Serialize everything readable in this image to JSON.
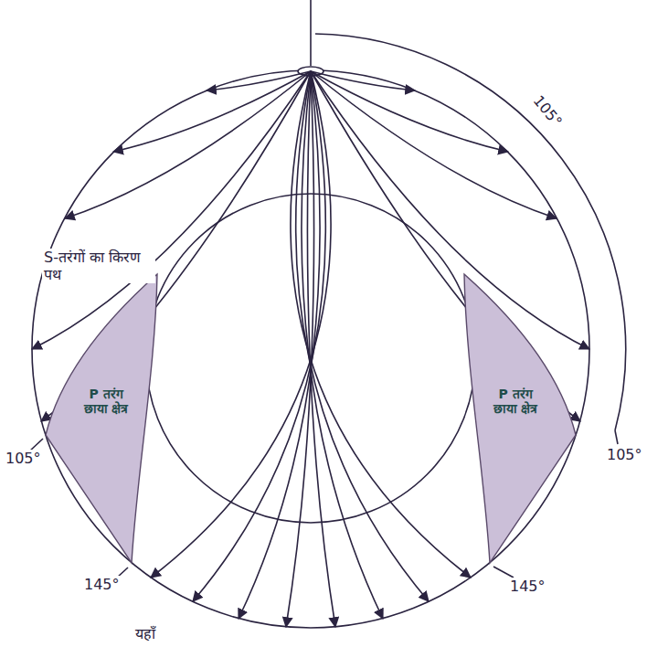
{
  "diagram": {
    "nodes": [
      {
        "text": [
          "P तरंग छाया क्षेत्र"
        ]
      },
      {
        "text": [
          "P तरंग छाया क्षेत्र"
        ]
      }
    ],
    "labels": [
      "105°",
      "S-तरंगों का किरण पथ",
      "105°",
      "145°",
      "105°",
      "145°",
      "यहाँ"
    ]
  }
}
